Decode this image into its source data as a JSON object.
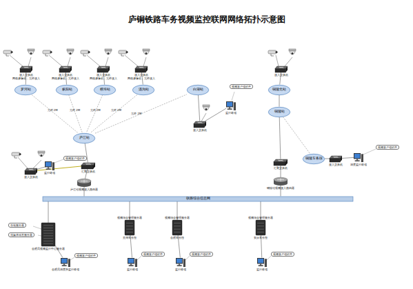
{
  "diagram": {
    "title": "庐铜铁路车务视频监控联网网络拓扑示意图",
    "nodes": [
      {
        "text": [
          "接入交换机",
          "网络摄像机，光纤接入"
        ]
      },
      {
        "text": [
          "接入交换机",
          "网络摄像机，光纤接入"
        ]
      },
      {
        "text": [
          "接入交换机",
          "网络摄像机，光纤接入"
        ]
      },
      {
        "text": [
          "接入交换机",
          "网络摄像机，光纤接入"
        ]
      },
      {
        "text": [
          "罗河站"
        ]
      },
      {
        "text": [
          "枞阳站"
        ]
      },
      {
        "text": [
          "横埠站"
        ]
      },
      {
        "text": [
          "汤沟站"
        ]
      },
      {
        "text": [
          "庐江站"
        ]
      },
      {
        "text": [
          "接入交换机"
        ]
      },
      {
        "text": [
          "监控终端"
        ]
      },
      {
        "text": [
          "汇聚交换机"
        ]
      },
      {
        "text": [
          "庐江站视频接入路由器"
        ]
      },
      {
        "text": [
          "白湖站"
        ]
      },
      {
        "text": [
          "监控终端"
        ]
      },
      {
        "text": [
          "接入交换机"
        ]
      },
      {
        "text": [
          "接入交换机"
        ]
      },
      {
        "text": [
          "铜陵北站"
        ]
      },
      {
        "text": [
          "铜陵站"
        ]
      },
      {
        "text": [
          "汇聚交换机"
        ]
      },
      {
        "text": [
          "铜陵站视频接入路由器"
        ]
      },
      {
        "text": [
          "铜陵车务段"
        ]
      },
      {
        "text": [
          "接入交换机"
        ]
      },
      {
        "text": [
          "调度监控终端"
        ]
      },
      {
        "text": [
          "铁路综合信息网"
        ]
      },
      {
        "text": [
          "合肥局视频监控中心服务器"
        ]
      },
      {
        "text": [
          "合肥局调度所监控终端"
        ]
      },
      {
        "text": [
          "视频综合管理服务器",
          "芜湖车务段"
        ]
      },
      {
        "text": [
          "监控终端"
        ]
      },
      {
        "text": [
          "视频综合管理服务器",
          "合肥车务段"
        ]
      },
      {
        "text": [
          "监控终端"
        ]
      },
      {
        "text": [
          "视频综合管理服务器",
          "安庆车务段"
        ]
      },
      {
        "text": [
          "监控终端"
        ]
      }
    ],
    "edges": [
      {
        "from": 0,
        "to": 4,
        "arrow": "none"
      },
      {
        "from": 1,
        "to": 5,
        "arrow": "none"
      },
      {
        "from": 2,
        "to": 6,
        "arrow": "none"
      },
      {
        "from": 3,
        "to": 7,
        "arrow": "none"
      },
      {
        "from": 4,
        "to": 8,
        "label": "光纤 2M",
        "arrow": "none"
      },
      {
        "from": 5,
        "to": 8,
        "label": "光纤 2M",
        "arrow": "none"
      },
      {
        "from": 6,
        "to": 8,
        "label": "光纤 2M",
        "arrow": "none"
      },
      {
        "from": 7,
        "to": 8,
        "label": "光纤 2M",
        "arrow": "none"
      },
      {
        "from": 8,
        "to": 11,
        "arrow": "none"
      },
      {
        "from": 10,
        "to": 9,
        "arrow": "none"
      },
      {
        "from": 9,
        "to": 11,
        "arrow": "none"
      },
      {
        "from": 11,
        "to": 12,
        "arrow": "none"
      },
      {
        "from": 12,
        "to": 24,
        "arrow": "none"
      },
      {
        "from": 8,
        "to": 13,
        "label": "光纤 2M",
        "arrow": "none"
      },
      {
        "from": 13,
        "to": 15,
        "arrow": "none"
      },
      {
        "from": 15,
        "to": 14,
        "arrow": "none"
      },
      {
        "from": 16,
        "to": 17,
        "arrow": "none"
      },
      {
        "from": 17,
        "to": 18,
        "arrow": "none"
      },
      {
        "from": 18,
        "to": 19,
        "arrow": "none"
      },
      {
        "from": 19,
        "to": 20,
        "arrow": "none"
      },
      {
        "from": 20,
        "to": 24,
        "arrow": "none"
      },
      {
        "from": 18,
        "to": 21,
        "arrow": "none"
      },
      {
        "from": 21,
        "to": 22,
        "arrow": "none"
      },
      {
        "from": 22,
        "to": 23,
        "arrow": "none"
      },
      {
        "from": 24,
        "to": 25,
        "arrow": "none"
      },
      {
        "from": 25,
        "to": 26,
        "arrow": "none"
      },
      {
        "from": 24,
        "to": 27,
        "arrow": "none"
      },
      {
        "from": 27,
        "to": 28,
        "arrow": "none"
      },
      {
        "from": 24,
        "to": 29,
        "arrow": "none"
      },
      {
        "from": 29,
        "to": 30,
        "arrow": "none"
      },
      {
        "from": 24,
        "to": 31,
        "arrow": "none"
      },
      {
        "from": 31,
        "to": 32,
        "arrow": "none"
      }
    ],
    "labels": [
      "视频客户端软件",
      "视频客户端软件",
      "视频客户端软件",
      "存储服务器",
      "流媒体转发服务器",
      "视频客户端软件",
      "视频客户端软件",
      "视频客户端软件",
      "视频客户端软件"
    ]
  }
}
